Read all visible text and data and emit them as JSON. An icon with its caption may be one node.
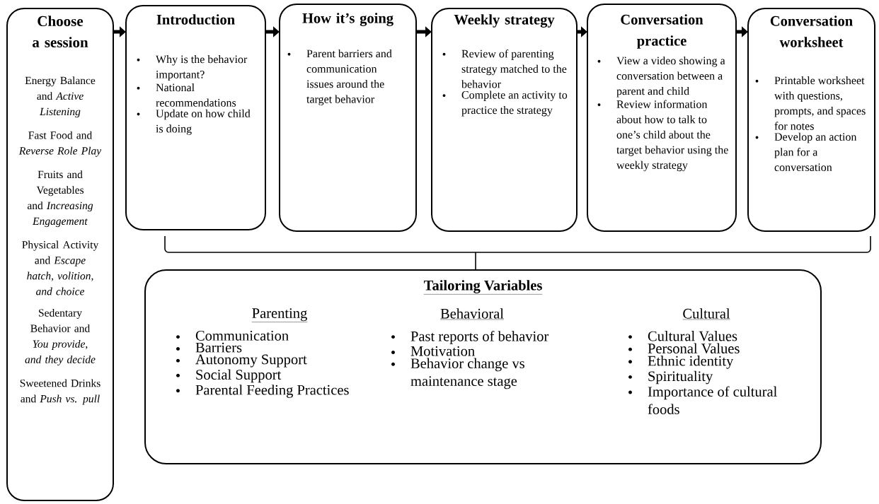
{
  "diagram": {
    "nodes": [
      {
        "text": [
          "Choose a session",
          "Energy Balance and *Active Listening*",
          "Fast Food and *Reverse Role Play*",
          "Fruits and Vegetables and *Increasing Engagement*",
          "Physical Activity and *Escape hatch, volition, and choice*",
          "Sedentary Behavior and *You provide, and they decide*",
          "Sweetened Drinks and *Push vs. pull*"
        ]
      },
      {
        "text": [
          "Introduction",
          "Why is the behavior important?",
          "National recommendations",
          "Update on how child is doing"
        ]
      },
      {
        "text": [
          "How it’s going",
          "Parent barriers and communication issues around the target behavior"
        ]
      },
      {
        "text": [
          "Weekly strategy",
          "Review of parenting strategy matched to the behavior",
          "Complete an activity to practice the strategy"
        ]
      },
      {
        "text": [
          "Conversation practice",
          "View a video showing a conversation between a parent and child",
          "Review information about how to talk to one’s child about the target behavior using the weekly strategy"
        ]
      },
      {
        "text": [
          "Conversation worksheet",
          "Printable worksheet with questions, prompts, and spaces for notes",
          "Develop an action plan for a conversation"
        ]
      },
      {
        "text": [
          "Tailoring Variables",
          "Parenting",
          "Communication",
          "Barriers",
          "Autonomy Support",
          "Social Support",
          "Parental Feeding Practices",
          "Behavioral",
          "Past reports of behavior",
          "Motivation",
          "Behavior change vs maintenance stage",
          "Cultural",
          "Cultural Values",
          "Personal Values",
          "Ethnic identity",
          "Spirituality",
          "Importance of cultural foods"
        ]
      }
    ],
    "edges": [
      {
        "from": 0,
        "to": 1,
        "arrow": "to"
      },
      {
        "from": 1,
        "to": 2,
        "arrow": "to"
      },
      {
        "from": 2,
        "to": 3,
        "arrow": "to"
      },
      {
        "from": 3,
        "to": 4,
        "arrow": "to"
      },
      {
        "from": 4,
        "to": 5,
        "arrow": "to"
      }
    ]
  }
}
